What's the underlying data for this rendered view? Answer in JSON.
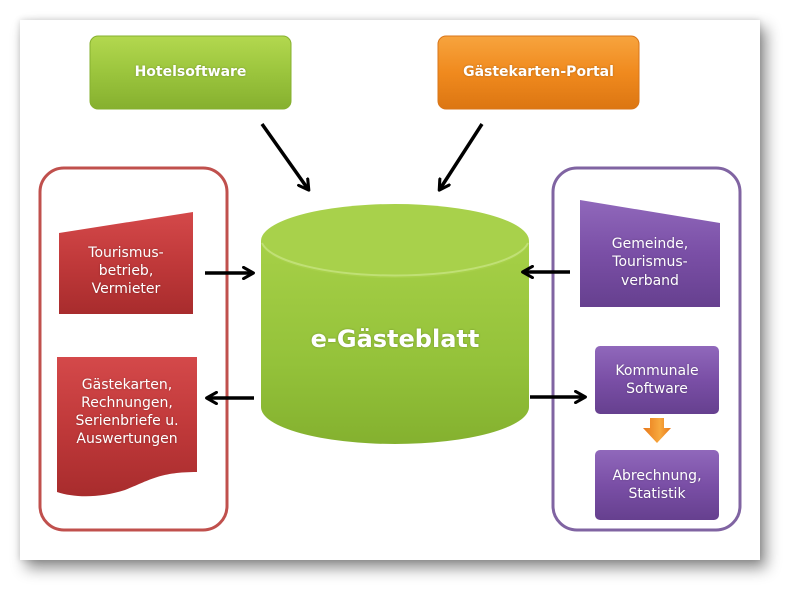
{
  "diagram": {
    "colors": {
      "green": "#9bc53d",
      "orange": "#f08a1e",
      "red": "#c0393a",
      "purple": "#7a4fa6",
      "red_frame": "#c0504d",
      "purple_frame": "#8064a2",
      "arrow": "#000000"
    },
    "sources": {
      "hotelsoftware": "Hotelsoftware",
      "gaestekarten_portal": "Gästekarten-Portal"
    },
    "database": {
      "label": "e-Gästeblatt"
    },
    "left_group": {
      "input_box": "Tourismus-\nbetrieb,\nVermieter",
      "output_document": "Gästekarten,\nRechnungen,\nSerienbriefe u.\nAuswertungen"
    },
    "right_group": {
      "input_box": "Gemeinde,\nTourismus-\nverband",
      "software_box": "Kommunale\nSoftware",
      "result_box": "Abrechnung,\nStatistik"
    }
  }
}
